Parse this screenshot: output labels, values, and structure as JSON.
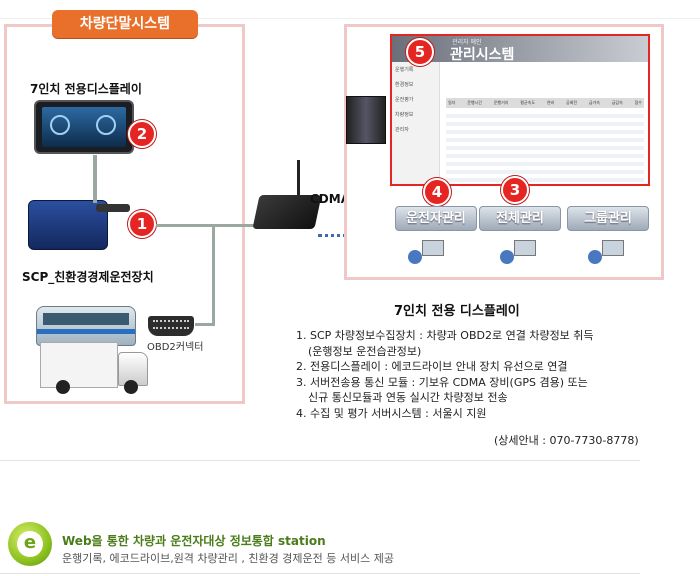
{
  "left_panel": {
    "title": "차량단말시스템",
    "display_label": "7인치 전용디스플레이",
    "scp_label": "SCP_친환경경제운전장치",
    "obd_label": "OBD2커넥터",
    "badge_1": "1",
    "badge_2": "2"
  },
  "network": {
    "label": "CDMA/WIFI"
  },
  "right_panel": {
    "screen_title": "관리시스템",
    "screen_small": "관리자 메인",
    "badge_3": "3",
    "badge_4": "4",
    "badge_5": "5",
    "buttons": [
      "운전자관리",
      "전체관리",
      "그룹관리"
    ],
    "menu": [
      "운행기록",
      "환경정보",
      "운전평가",
      "차량정보",
      "관리자"
    ],
    "table_headers": [
      "일자",
      "운행시간",
      "운행거리",
      "평균속도",
      "연비",
      "공회전",
      "급가속",
      "급감속",
      "점수"
    ]
  },
  "display_heading": "7인치 전용 디스플레이",
  "list": [
    "1. SCP 차량정보수집장치 : 차량과 OBD2로 연결 차량정보 취득",
    "(운행정보 운전습관정보)",
    "2. 전용디스플레이 : 에코드라이브 안내 장치 유선으로 연결",
    "3. 서버전송용 통신 모듈 : 기보유 CDMA 장비(GPS 겸용) 또는",
    "신규 통신모듈과 연동 실시간 차량정보 전송",
    "4. 수집 및 평가 서버시스템 : 서울시 지원"
  ],
  "contact": "(상세안내 : 070-7730-8778)",
  "footer": {
    "logo_letter": "e",
    "title": "Web을 통한 차량과 운전자대상 정보통합 station",
    "subtitle": "운행기록, 에코드라이브,원격 차량관리 , 친환경 경제운전 등 서비스  제공"
  },
  "colors": {
    "accent": "#e8702a",
    "badge": "#e42522",
    "frame": "#f0c8c8",
    "green": "#4a7c1a"
  }
}
